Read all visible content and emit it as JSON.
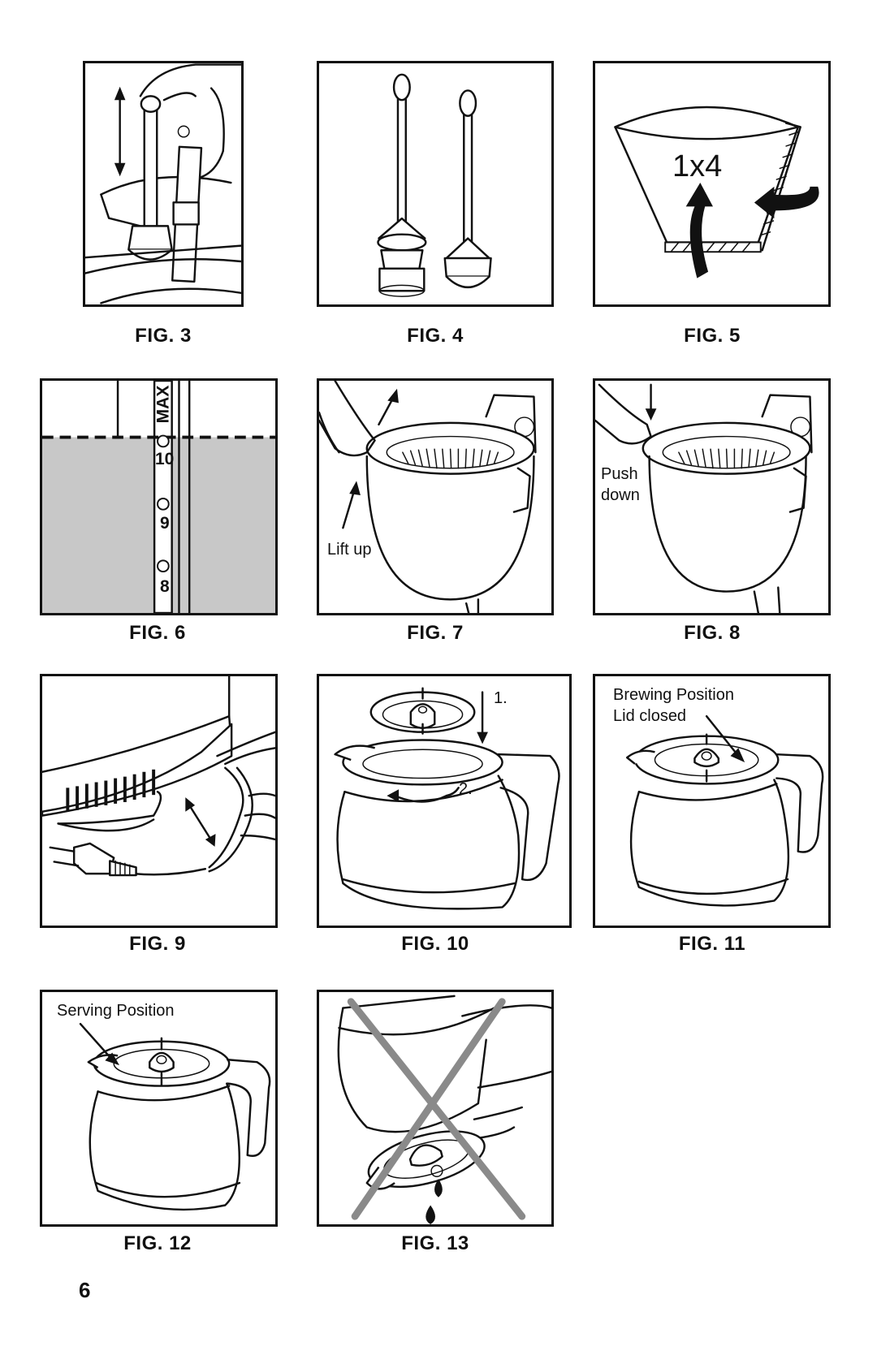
{
  "figures": [
    {
      "caption": "FIG. 3"
    },
    {
      "caption": "FIG. 4"
    },
    {
      "caption": "FIG. 5",
      "label": "1x4"
    },
    {
      "caption": "FIG. 6",
      "max_label": "MAX",
      "level_labels": [
        "10",
        "9",
        "8"
      ]
    },
    {
      "caption": "FIG. 7",
      "label": "Lift up"
    },
    {
      "caption": "FIG. 8",
      "label_line1": "Push",
      "label_line2": "down"
    },
    {
      "caption": "FIG. 9"
    },
    {
      "caption": "FIG. 10",
      "step1": "1.",
      "step2": "2."
    },
    {
      "caption": "FIG. 11",
      "label_line1": "Brewing Position",
      "label_line2": "Lid closed"
    },
    {
      "caption": "FIG. 12",
      "label": "Serving Position"
    },
    {
      "caption": "FIG. 13"
    }
  ],
  "page_number": "6",
  "colors": {
    "water_fill": "#c8c8c8",
    "cross": "#8a8a8a",
    "line": "#111111"
  }
}
